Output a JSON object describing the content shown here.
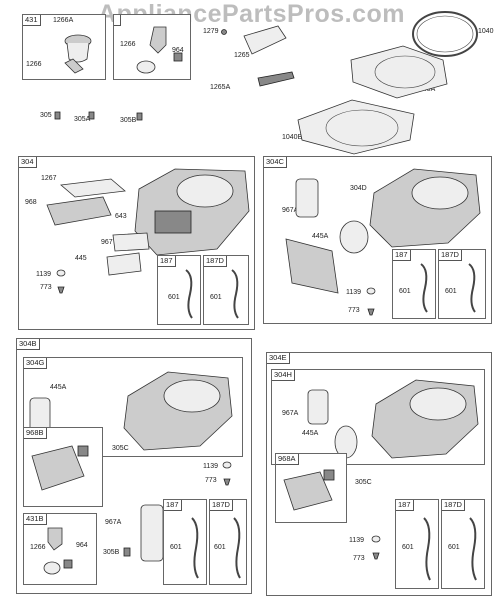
{
  "watermark": "AppliancePartsPros.com",
  "top": {
    "box431": {
      "tag": "431",
      "parts": [
        "1266A",
        "1266"
      ]
    },
    "box1266": {
      "parts": [
        "1266",
        "964"
      ]
    },
    "loose": [
      "1279",
      "1265",
      "1265A",
      "1040",
      "1040A",
      "1040B",
      "305",
      "305A",
      "305B"
    ]
  },
  "box304": {
    "tag": "304",
    "parts": [
      "1267",
      "968",
      "643",
      "967",
      "445",
      "1139",
      "773"
    ],
    "sub187": {
      "tag": "187",
      "part": "601"
    },
    "sub187D": {
      "tag": "187D",
      "part": "601"
    }
  },
  "box304C": {
    "tag": "304C",
    "parts": [
      "304D",
      "967A",
      "445A",
      "1139",
      "773"
    ],
    "sub187": {
      "tag": "187",
      "part": "601"
    },
    "sub187D": {
      "tag": "187D",
      "part": "601"
    }
  },
  "box304B": {
    "tag": "304B",
    "sub304G": {
      "tag": "304G",
      "part": "445A"
    },
    "sub968B": {
      "tag": "968B"
    },
    "sub431B": {
      "tag": "431B",
      "parts": [
        "1266",
        "964"
      ]
    },
    "parts": [
      "305C",
      "1139",
      "773",
      "967A",
      "305B"
    ],
    "sub187": {
      "tag": "187",
      "part": "601"
    },
    "sub187D": {
      "tag": "187D",
      "part": "601"
    }
  },
  "box304E": {
    "tag": "304E",
    "sub304H": {
      "tag": "304H",
      "parts": [
        "967A",
        "445A"
      ]
    },
    "sub968A": {
      "tag": "968A"
    },
    "parts": [
      "305C",
      "1139",
      "773"
    ],
    "sub187": {
      "tag": "187",
      "part": "601"
    },
    "sub187D": {
      "tag": "187D",
      "part": "601"
    }
  }
}
